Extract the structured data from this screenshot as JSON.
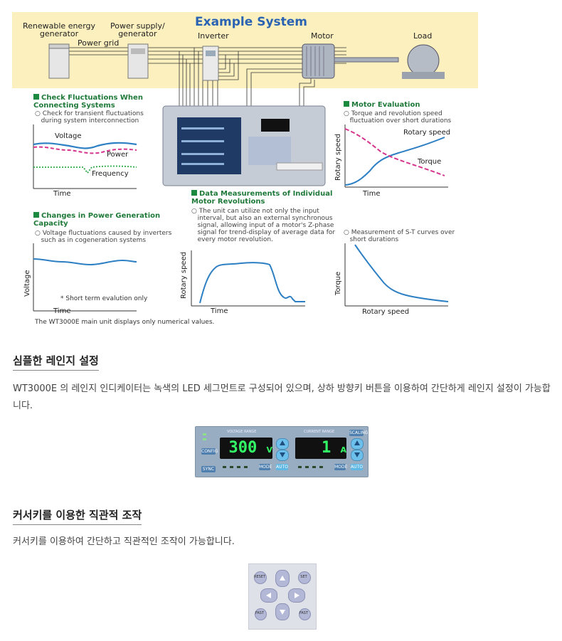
{
  "diagram": {
    "title": "Example System",
    "labels": {
      "renewable": "Renewable energy\ngenerator",
      "power_grid": "Power grid",
      "power_supply": "Power supply/\ngenerator",
      "inverter": "Inverter",
      "motor": "Motor",
      "load": "Load"
    },
    "panel_fluct": {
      "heading": "Check Fluctuations When\nConnecting Systems",
      "desc": "○ Check for transient fluctuations\n   during system interconnection",
      "voltage": "Voltage",
      "power": "Power",
      "frequency": "Frequency",
      "time": "Time"
    },
    "panel_motor_eval": {
      "heading": "Motor Evaluation",
      "desc": "○ Torque and revolution speed\n   fluctuation over short durations",
      "rotary_speed": "Rotary speed",
      "torque": "Torque",
      "ylabel": "Rotary speed",
      "time": "Time"
    },
    "panel_generation": {
      "heading": "Changes in Power Generation\nCapacity",
      "desc": "○ Voltage fluctuations caused by inverters\n   such as in cogeneration systems",
      "ylabel": "Voltage",
      "note": "* Short term evalution only",
      "time": "Time"
    },
    "panel_revolutions": {
      "heading": "Data Measurements of Individual\nMotor Revolutions",
      "desc": "○ The unit can utilize not only the input\n   interval, but also an external synchronous\n   signal, allowing input of a motor's Z-phase\n   signal for trend-display of average data for\n   every motor revolution.",
      "ylabel": "Rotary speed",
      "time": "Time"
    },
    "panel_st": {
      "desc": "○ Measurement of S-T curves over\n   short durations",
      "ylabel": "Torque",
      "xlabel": "Rotary speed"
    },
    "footnote": "The WT3000E main unit displays only numerical values."
  },
  "section1": {
    "title": "심플한 레인지 설정",
    "text": "WT3000E 의 레인지 인디케이터는 녹색의 LED 세그먼트로 구성되어 있으며, 상하 방향키 버튼을 이용하여 간단하게 레인지 설정이 가능합니다."
  },
  "range_panel": {
    "voltage_label": "VOLTAGE RANGE",
    "current_label": "CURRENT RANGE",
    "voltage_value": "300",
    "voltage_unit": "V",
    "current_value": "1",
    "current_unit": "A",
    "auto": "AUTO",
    "mode": "MODE",
    "scaling": "SCALING",
    "config": "CONFIG",
    "sync": "SYNC"
  },
  "section2": {
    "title": "커서키를 이용한 직관적 조작",
    "text": "커서키를 이용하여 간단하고 직관적인 조작이 가능합니다."
  },
  "keypad": {
    "reset": "RESET",
    "set": "SET",
    "fast_left": "FAST",
    "fast_right": "FAST"
  },
  "colors": {
    "title_blue": "#2b63b3",
    "heading_green": "#1f7a3a",
    "series_blue": "#2d7fc4",
    "series_magenta": "#d6338c",
    "series_green": "#2aa84a",
    "band_yellow": "#fbf0be"
  }
}
